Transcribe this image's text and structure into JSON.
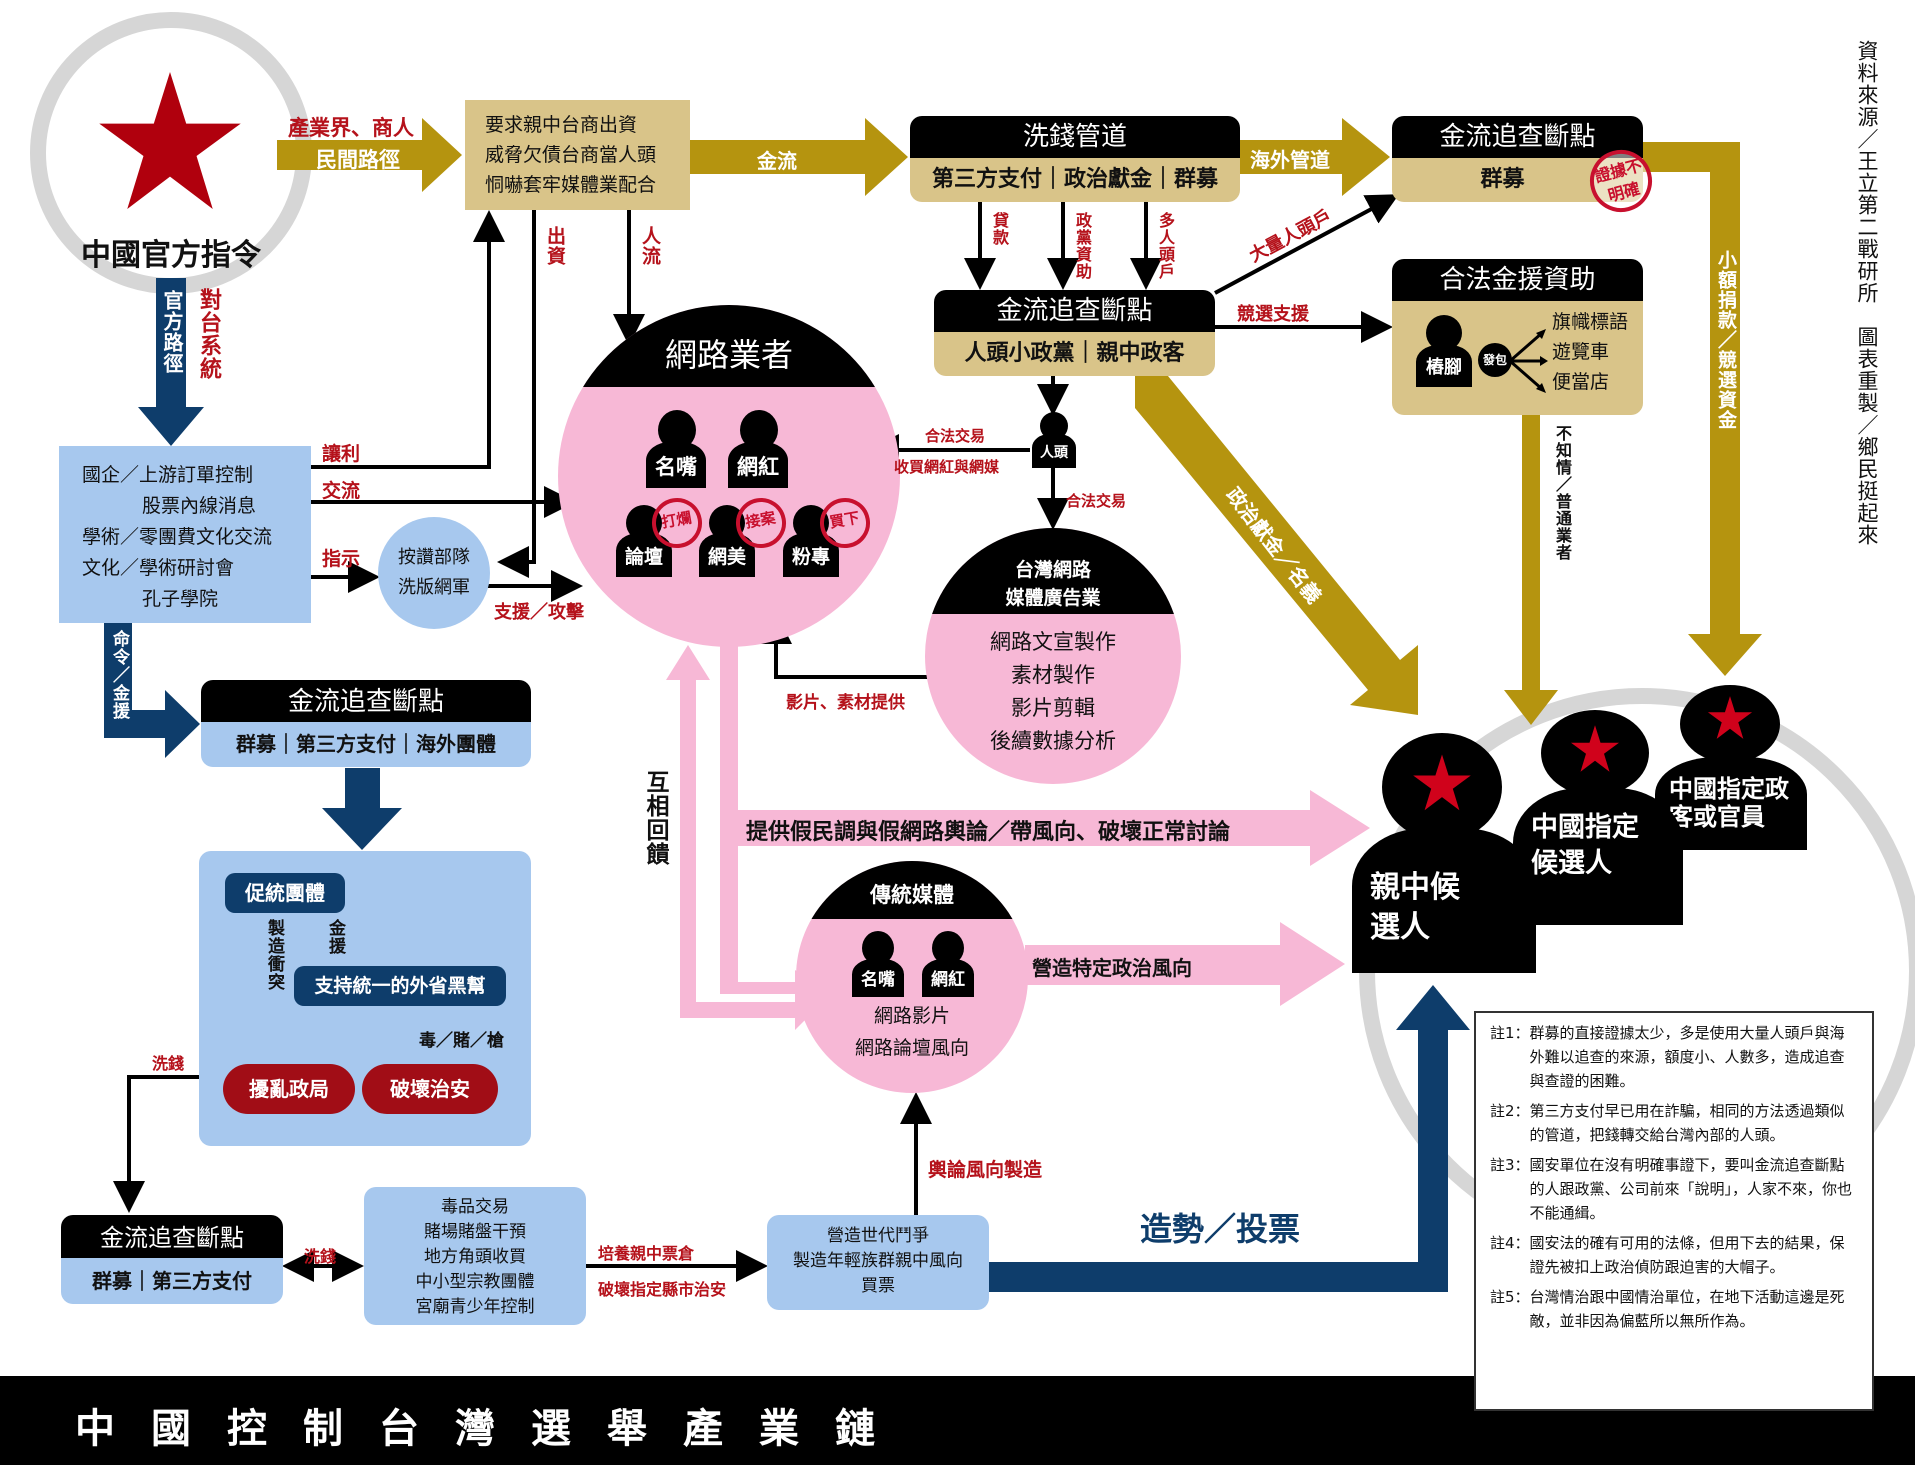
{
  "title": "中國控制台灣選舉產業鏈",
  "source": "資料來源／王立第二戰研所　圖表重製／鄉民挺起來",
  "colors": {
    "gold": "#b5940f",
    "gold_light": "#d9c489",
    "navy": "#0e3d6b",
    "pink": "#f7b8d6",
    "light_blue": "#a7c8ee",
    "red": "#b5121b",
    "gray": "#d6d6d6"
  },
  "origin": {
    "label": "中國官方指令",
    "icon": "red-star-icon"
  },
  "civil_path": {
    "top_label": "產業界、商人",
    "arrow_label": "民間路徑"
  },
  "official_path": {
    "arrow_label": "官方路徑",
    "side_label": "對台系統"
  },
  "business_box": {
    "lines": [
      "要求親中台商出資",
      "威脅欠債台商當人頭",
      "恫嚇套牢媒體業配合"
    ]
  },
  "gold_flow_label": "金流",
  "down_labels": {
    "fund": "出資",
    "people": "人流"
  },
  "laundering": {
    "title": "洗錢管道",
    "body": "第三方支付｜政治獻金｜群募",
    "overseas_label": "海外管道",
    "sublabels": [
      "貸款",
      "政黨資助",
      "多人頭戶"
    ]
  },
  "breakpoint_top": {
    "title": "金流追查斷點",
    "body": "群募",
    "stamp": "證據不明確"
  },
  "breakpoint_mid": {
    "title": "金流追查斷點",
    "body": "人頭小政黨｜親中政客",
    "mass_accounts": "大量人頭戶",
    "campaign_support": "競選支援"
  },
  "legal_aid": {
    "title": "合法金援資助",
    "person": "樁腳",
    "bag": "發包",
    "items": [
      "旗幟標語",
      "遊覽車",
      "便當店"
    ],
    "down_label": "不知情／普通業者"
  },
  "small_donation_label": "小額捐款／競選資金",
  "political_donation_label": "政治獻金／名義",
  "official_box": {
    "lines": [
      "國企／上游訂單控制",
      "股票內線消息",
      "學術／零團費文化交流",
      "文化／學術研討會",
      "孔子學院"
    ],
    "arrow_labels": [
      "讓利",
      "交流",
      "指示"
    ]
  },
  "troll_circle": {
    "lines": [
      "按讚部隊",
      "洗版網軍"
    ],
    "label": "支援／攻擊"
  },
  "internet_operators": {
    "title": "網路業者",
    "people": [
      "名嘴",
      "網紅",
      "論壇",
      "網美",
      "粉專"
    ],
    "stamps": [
      "打爛",
      "接案",
      "買下"
    ]
  },
  "proxy": {
    "label": "人頭",
    "legal_trade": "合法交易",
    "buy_label": "收買網紅與網媒",
    "legal_trade2": "合法交易"
  },
  "ad_industry": {
    "title": [
      "台灣網路",
      "媒體廣告業"
    ],
    "lines": [
      "網路文宣製作",
      "素材製作",
      "影片剪輯",
      "後續數據分析"
    ],
    "supply_label": "影片、素材提供"
  },
  "mutual_feedback": "互相回饋",
  "fake_poll_label": "提供假民調與假網路輿論／帶風向、破壞正常討論",
  "traditional_media": {
    "title": "傳統媒體",
    "people": [
      "名嘴",
      "網紅"
    ],
    "lines": [
      "網路影片",
      "網路論壇風向"
    ],
    "arrow_label": "營造特定政治風向"
  },
  "command_label": "命令／金援",
  "breakpoint_left": {
    "title": "金流追查斷點",
    "body": "群募｜第三方支付｜海外團體"
  },
  "unification_box": {
    "group": "促統團體",
    "conflict": "製造衝突",
    "aid": "金援",
    "gang": "支持統一的外省黑幫",
    "crime": "毒／賭／槍",
    "outcomes": [
      "擾亂政局",
      "破壞治安"
    ]
  },
  "laundering_left": "洗錢",
  "breakpoint_bottom": {
    "title": "金流追查斷點",
    "body": "群募｜第三方支付",
    "link_label": "洗錢"
  },
  "local_box": {
    "lines": [
      "毒品交易",
      "賭場賭盤干預",
      "地方角頭收買",
      "中小型宗教團體",
      "宮廟青少年控制"
    ],
    "labels": [
      "培養親中票倉",
      "破壞指定縣市治安"
    ]
  },
  "generation_box": {
    "lines": [
      "營造世代鬥爭",
      "製造年輕族群親中風向",
      "買票"
    ],
    "up_label": "輿論風向製造"
  },
  "vote_label": "造勢／投票",
  "candidates": [
    {
      "label": "親中候選人"
    },
    {
      "label": "中國指定候選人"
    },
    {
      "label": "中國指定政客或官員"
    }
  ],
  "notes": [
    {
      "tag": "註1：",
      "text": "群募的直接證據太少，多是使用大量人頭戶與海外難以追查的來源，額度小、人數多，造成追查與查證的困難。"
    },
    {
      "tag": "註2：",
      "text": "第三方支付早已用在詐騙，相同的方法透過類似的管道，把錢轉交給台灣內部的人頭。"
    },
    {
      "tag": "註3：",
      "text": "國安單位在沒有明確事證下，要叫金流追查斷點的人跟政黨、公司前來「說明」，人家不來，你也不能通緝。"
    },
    {
      "tag": "註4：",
      "text": "國安法的確有可用的法條，但用下去的結果，保證先被扣上政治偵防跟迫害的大帽子。"
    },
    {
      "tag": "註5：",
      "text": "台灣情治跟中國情治單位，在地下活動這邊是死敵，並非因為偏藍所以無所作為。"
    }
  ]
}
